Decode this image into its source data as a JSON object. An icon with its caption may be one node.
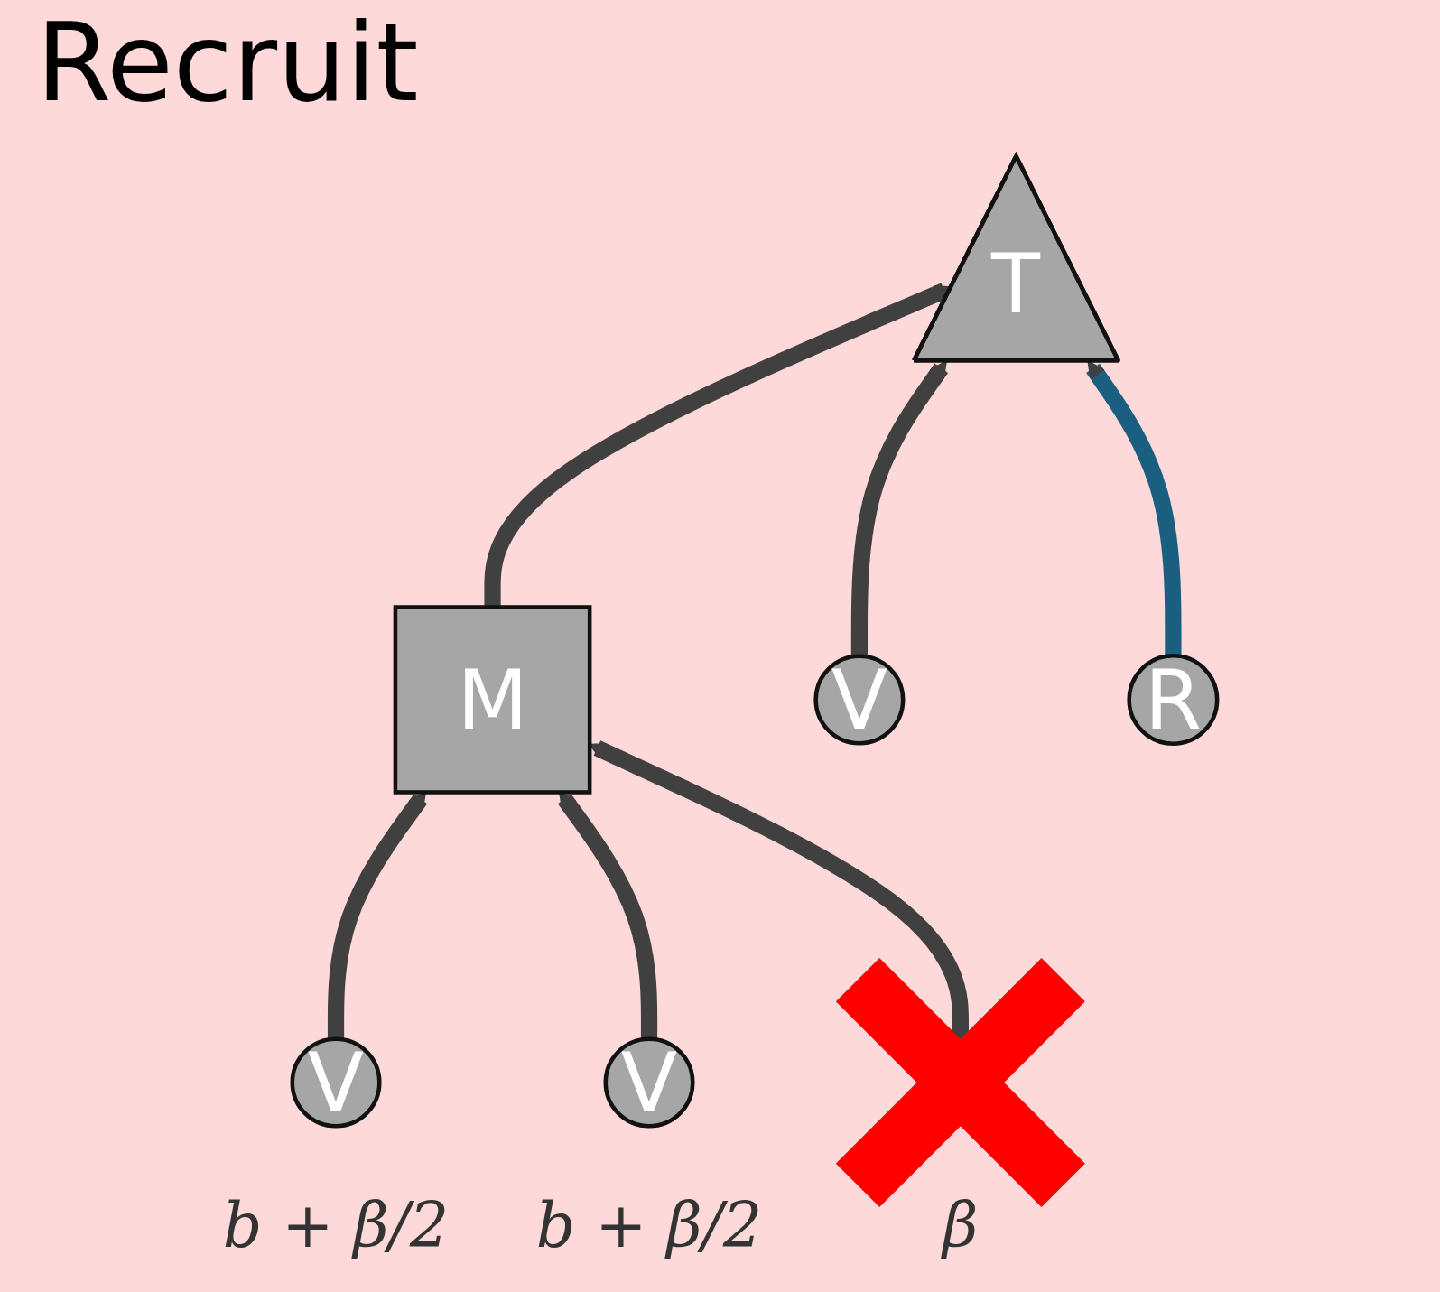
{
  "diagram": {
    "title": "Recruit",
    "nodes": [
      {
        "text": [
          "T"
        ]
      },
      {
        "text": [
          "M"
        ]
      },
      {
        "text": [
          "V"
        ]
      },
      {
        "text": [
          "R"
        ]
      },
      {
        "text": [
          "V"
        ],
        "beside": [
          "b + β/2"
        ]
      },
      {
        "text": [
          "V"
        ],
        "beside": [
          "b + β/2"
        ]
      },
      {
        "text": [],
        "shape": "circle",
        "beside": [
          "β"
        ]
      }
    ],
    "edges": [
      {
        "from": 1,
        "to": 0,
        "arrow": "to"
      },
      {
        "from": 2,
        "to": 0,
        "arrow": "to"
      },
      {
        "from": 3,
        "to": 0,
        "arrow": "to",
        "color": "#1a5e80"
      },
      {
        "from": 4,
        "to": 1,
        "arrow": "to"
      },
      {
        "from": 5,
        "to": 1,
        "arrow": "to"
      },
      {
        "from": 6,
        "to": 1,
        "arrow": "to"
      }
    ]
  }
}
